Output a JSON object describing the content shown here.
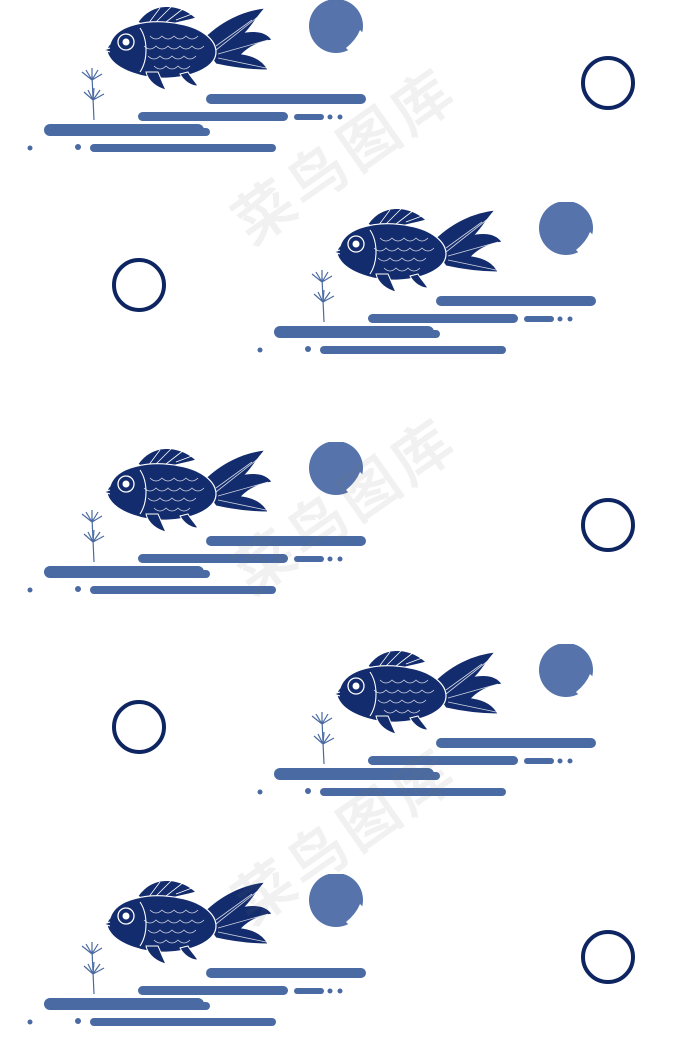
{
  "palette": {
    "fish": "#132c6e",
    "fish_line": "#ffffff",
    "wave": "#4a6aa3",
    "moon": "#5673ab",
    "ring": "#0d2560",
    "background": "#ffffff"
  },
  "pattern": {
    "motif": "goldfish-over-clouds",
    "repeat_count": 5,
    "ring_count": 5
  },
  "watermark": {
    "text": "菜鸟图库"
  }
}
